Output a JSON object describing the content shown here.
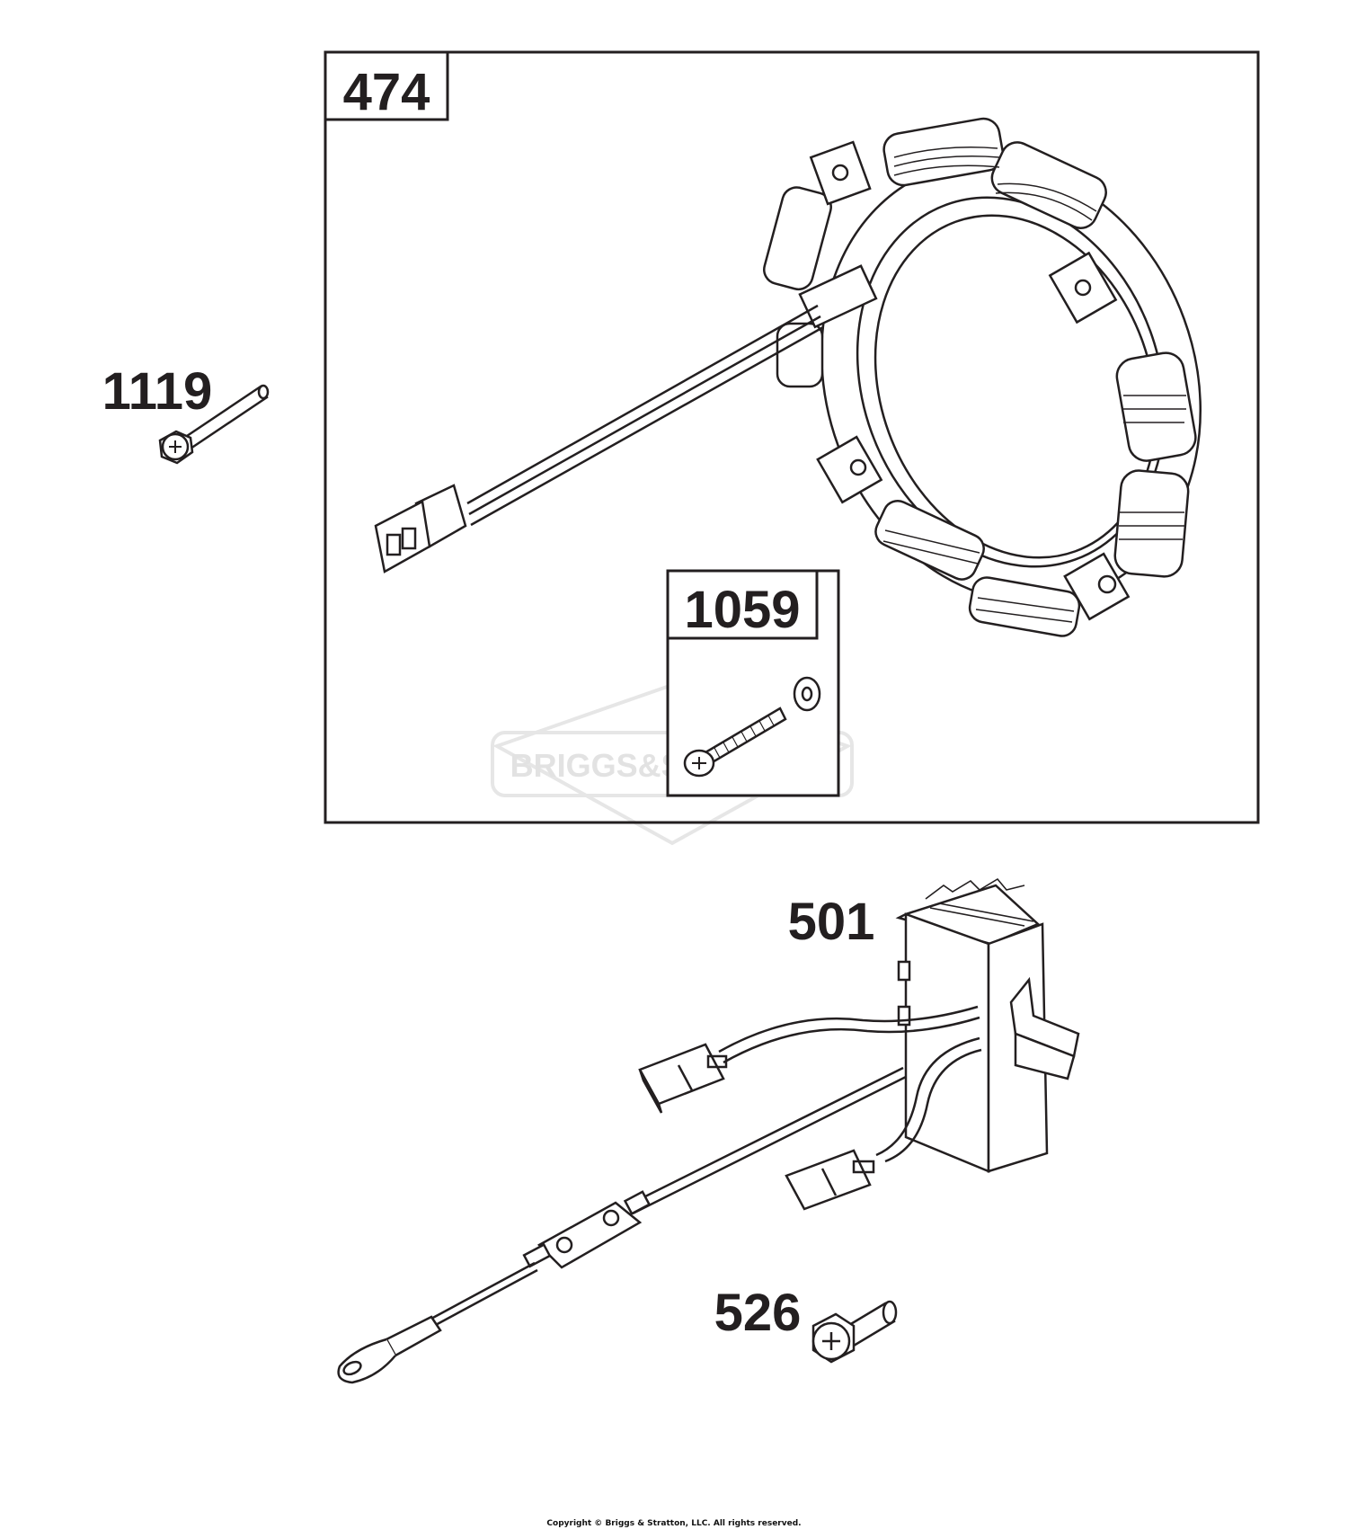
{
  "callouts": {
    "stator": "474",
    "screw_kit": "1059",
    "stator_screw": "1119",
    "regulator": "501",
    "regulator_screw": "526"
  },
  "watermark": "BRIGGS&STRATTON",
  "footer": {
    "copyright": "Copyright © Briggs & Stratton, LLC. All rights reserved."
  },
  "colors": {
    "line": "#231f20",
    "watermark": "#e4e4e4"
  }
}
